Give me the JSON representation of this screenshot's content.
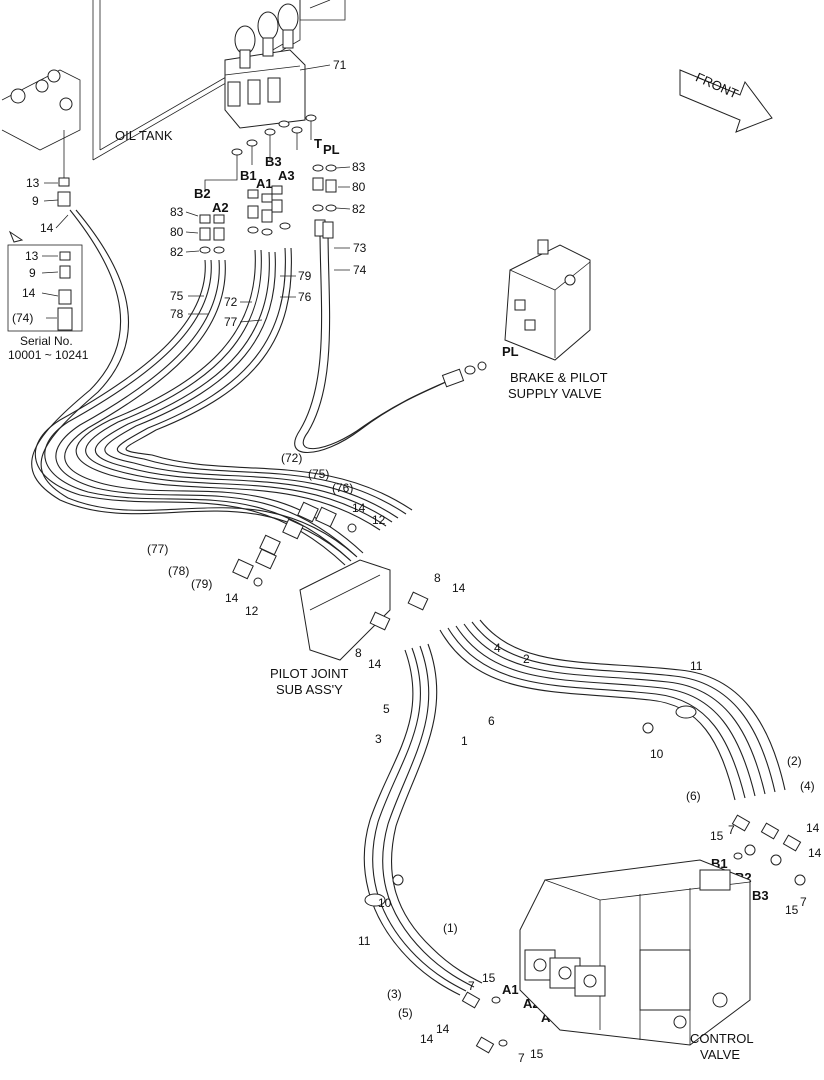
{
  "labels": {
    "oil_tank": "OIL TANK",
    "front": "FRONT",
    "brake_valve_1": "BRAKE & PILOT",
    "brake_valve_2": "SUPPLY VALVE",
    "pilot_joint_1": "PILOT JOINT",
    "pilot_joint_2": "SUB ASS'Y",
    "control_valve_1": "CONTROL",
    "control_valve_2": "VALVE",
    "serial_1": "Serial No.",
    "serial_2": "10001 ~ 10241"
  },
  "ports": {
    "b2": "B2",
    "a2": "A2",
    "b1": "B1",
    "a1": "A1",
    "b3": "B3",
    "a3": "A3",
    "t": "T",
    "pl": "PL",
    "pl_valve": "PL",
    "cv_b1": "B1",
    "cv_b2": "B2",
    "cv_b3": "B3",
    "cv_a1": "A1",
    "cv_a2": "A2",
    "cv_a3": "A3"
  },
  "callouts": {
    "c71": "71",
    "c83a": "83",
    "c80a": "80",
    "c82a": "82",
    "c73": "73",
    "c74": "74",
    "c83b": "83",
    "c80b": "80",
    "c82b": "82",
    "c13": "13",
    "c9": "9",
    "c14": "14",
    "ins13": "13",
    "ins9": "9",
    "ins14": "14",
    "ins74": "(74)",
    "c75": "75",
    "c78": "78",
    "c72": "72",
    "c77": "77",
    "c79": "79",
    "c76": "76",
    "p72": "(72)",
    "p75": "(75)",
    "p76": "(76)",
    "p77": "(77)",
    "p78": "(78)",
    "p79": "(79)",
    "j14a": "14",
    "j12a": "12",
    "j14b": "14",
    "j12b": "12",
    "j8a": "8",
    "j14c": "14",
    "j8b": "8",
    "j14d": "14",
    "h5": "5",
    "h3": "3",
    "h1": "1",
    "h4": "4",
    "h2": "2",
    "h6": "6",
    "t11a": "11",
    "t10a": "10",
    "t10b": "10",
    "t11b": "11",
    "r2": "(2)",
    "r4": "(4)",
    "r6": "(6)",
    "r15a": "15",
    "r7a": "7",
    "r14a": "14",
    "r14b": "14",
    "r15b": "15",
    "r7b": "7",
    "l1": "(1)",
    "l3": "(3)",
    "l5": "(5)",
    "l7a": "7",
    "l15a": "15",
    "l14a": "14",
    "l14b": "14",
    "l7b": "7",
    "l15b": "15"
  }
}
